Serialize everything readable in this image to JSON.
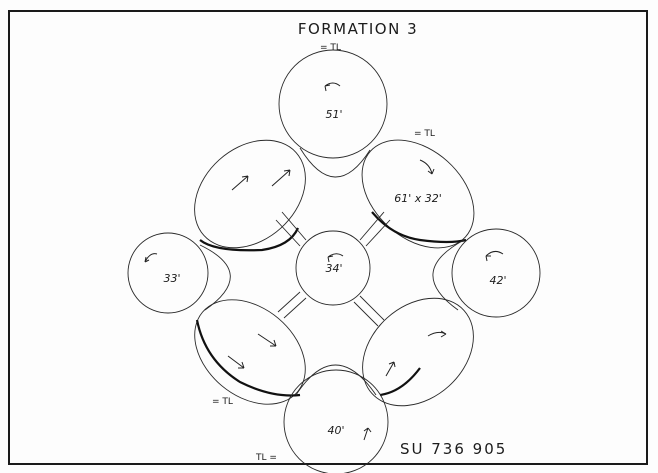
{
  "title": "FORMATION 3",
  "circles": {
    "top": "51'",
    "center": "34'",
    "left": "33'",
    "right": "42'",
    "bottom": "40'",
    "upper_right_ellipse": "61' x 32'"
  },
  "tl_marks": [
    "= TL",
    "= TL",
    "= TL",
    "TL ="
  ],
  "grid_reference": "SU 736 905"
}
